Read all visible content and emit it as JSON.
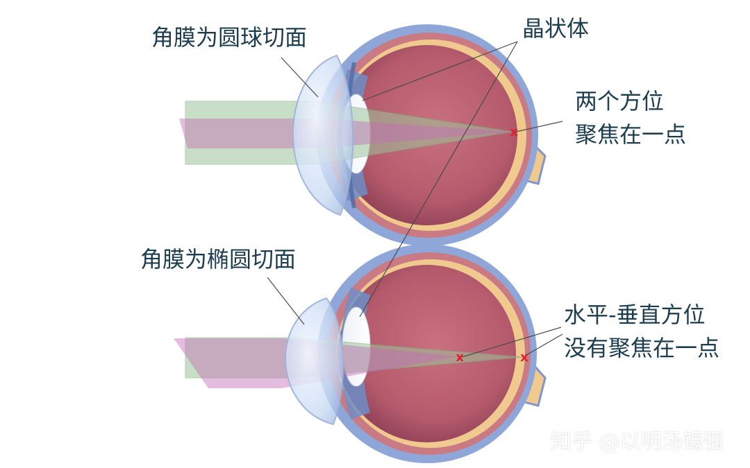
{
  "labels": {
    "cornea_sphere": "角膜为圆球切面",
    "lens": "晶状体",
    "focus_line1": "两个方位",
    "focus_line2": "聚焦在一点",
    "cornea_ellipse": "角膜为椭圆切面",
    "nofocus_line1": "水平-垂直方位",
    "nofocus_line2": "没有聚焦在一点"
  },
  "watermark": "知乎 @以明汤锡强",
  "focus_marks": {
    "top": "x",
    "bottom_front": "x",
    "bottom_back": "x"
  },
  "colors": {
    "eye_interior": "#b85a70",
    "sclera": "#8fa6d8",
    "retina": "#f0c98f",
    "cornea": "#dde9f8",
    "beam_green": "#9cc49a",
    "beam_magenta": "#c46cb6",
    "focus_mark": "#e0202a",
    "label_text": "#1c3d4f"
  }
}
